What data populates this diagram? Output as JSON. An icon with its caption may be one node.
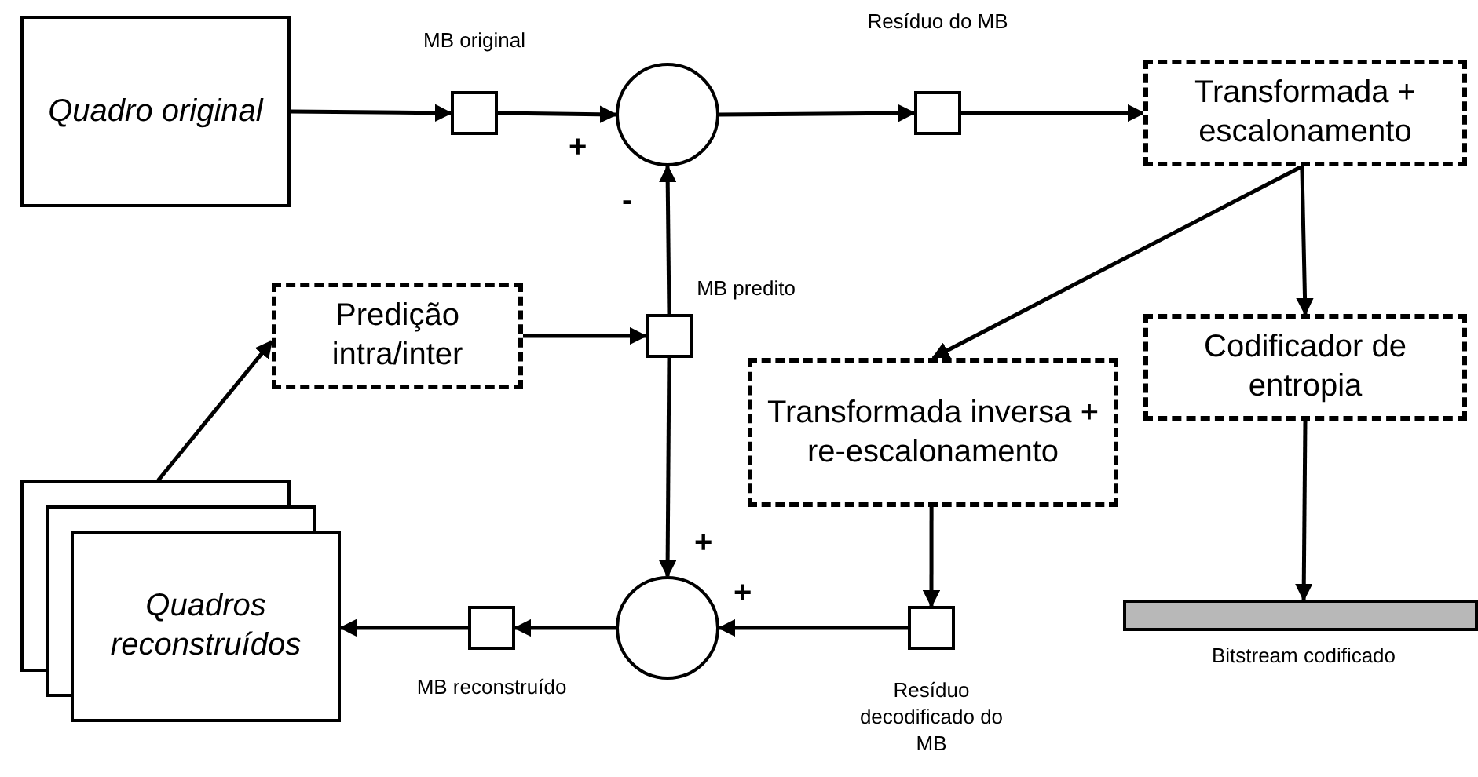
{
  "diagram": {
    "nodes": [
      {
        "text": [
          "Quadro original"
        ]
      },
      {
        "text": [],
        "shape": "box",
        "beside": [
          "MB original"
        ]
      },
      {
        "text": [],
        "shape": "circle"
      },
      {
        "text": [],
        "shape": "box",
        "beside": [
          "Resíduo do MB"
        ]
      },
      {
        "text": [
          "Transformada + escalonamento"
        ]
      },
      {
        "text": [
          "Predição intra/inter"
        ]
      },
      {
        "text": [],
        "shape": "box",
        "beside": [
          "MB predito"
        ]
      },
      {
        "text": [
          "Transformada inversa + re-escalonamento"
        ]
      },
      {
        "text": [
          "Codificador de entropia"
        ]
      },
      {
        "text": [
          "Quadros reconstruídos"
        ]
      },
      {
        "text": [],
        "shape": "circle"
      },
      {
        "text": [],
        "shape": "box",
        "beside": [
          "MB reconstruído"
        ]
      },
      {
        "text": [],
        "shape": "box",
        "beside": [
          "Resíduo decodificado do MB"
        ]
      },
      {
        "text": [],
        "shape": "bar",
        "beside": [
          "Bitstream codificado"
        ]
      }
    ],
    "edges": [
      {
        "from": 0,
        "to": 1,
        "arrow": "to"
      },
      {
        "from": 1,
        "to": 2,
        "arrow": "to"
      },
      {
        "from": 2,
        "to": 3,
        "arrow": "to"
      },
      {
        "from": 3,
        "to": 4,
        "arrow": "to"
      },
      {
        "from": 4,
        "to": 7,
        "arrow": "to"
      },
      {
        "from": 4,
        "to": 8,
        "arrow": "to"
      },
      {
        "from": 5,
        "to": 6,
        "arrow": "to"
      },
      {
        "from": 6,
        "to": 2,
        "arrow": "to"
      },
      {
        "from": 6,
        "to": 10,
        "arrow": "to"
      },
      {
        "from": 7,
        "to": 12,
        "arrow": "to"
      },
      {
        "from": 12,
        "to": 10,
        "arrow": "to"
      },
      {
        "from": 10,
        "to": 11,
        "arrow": "to"
      },
      {
        "from": 11,
        "to": 9,
        "arrow": "to"
      },
      {
        "from": 9,
        "to": 5,
        "arrow": "to"
      },
      {
        "from": 8,
        "to": 13,
        "arrow": "to"
      }
    ],
    "labels": [
      "+",
      "-",
      "+",
      "+"
    ]
  }
}
